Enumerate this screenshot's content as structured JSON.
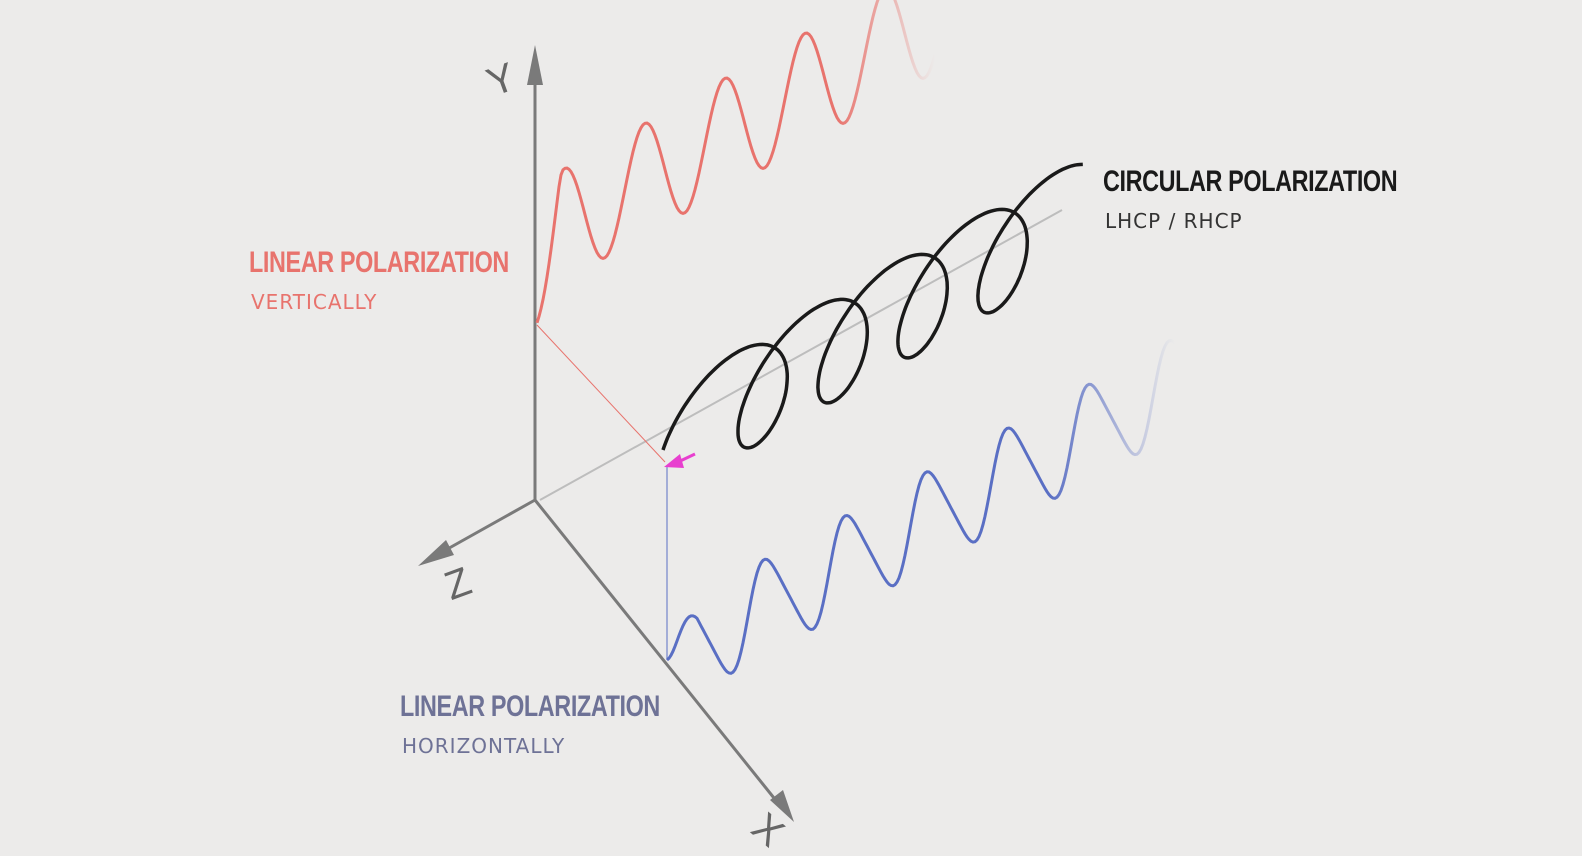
{
  "labels": {
    "vertical": {
      "title": "LINEAR POLARIZATION",
      "subtitle": "VERTICALLY"
    },
    "circular": {
      "title": "CIRCULAR POLARIZATION",
      "subtitle": "LHCP / RHCP"
    },
    "horizontal": {
      "title": "LINEAR POLARIZATION",
      "subtitle": "HORIZONTALLY"
    }
  },
  "axes": {
    "y": "Y",
    "z": "Z",
    "x": "X"
  },
  "colors": {
    "background": "#ecebea",
    "vertical": "#e8736d",
    "circular": "#1a1a1a",
    "horizontal": "#5a6fc4",
    "horizontal_text": "#6e7296",
    "axis": "#7a7a7a",
    "pointer": "#e83fcf"
  }
}
